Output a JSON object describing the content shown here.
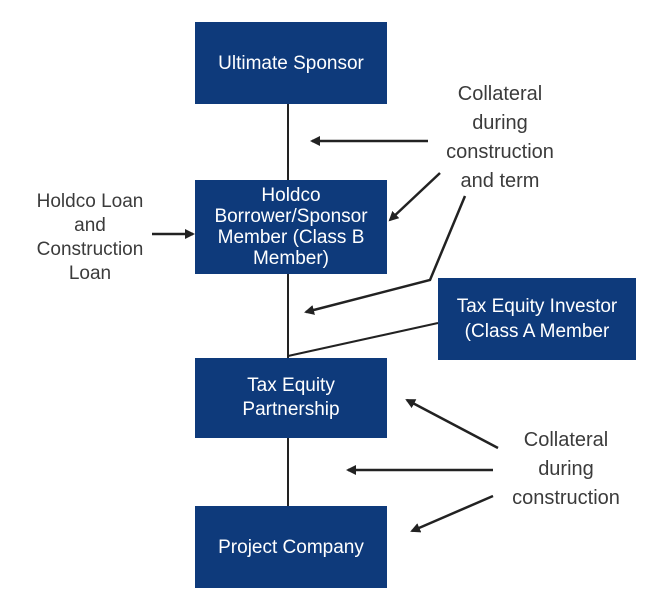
{
  "colors": {
    "box_fill": "#0e3a7b",
    "box_text": "#ffffff",
    "line": "#222222",
    "annotation_text": "#3b3b3b"
  },
  "entities": {
    "ultimate_sponsor": "Ultimate Sponsor",
    "holdco_borrower": "Holdco Borrower/Sponsor Member (Class B Member)",
    "tax_equity_investor": "Tax Equity Investor (Class A Member",
    "tax_equity_partnership": "Tax Equity Partnership",
    "project_company": "Project Company"
  },
  "annotations": {
    "collateral_construction_and_term": "Collateral\nduring\nconstruction\nand term",
    "holdco_loans": "Holdco Loan\nand\nConstruction\nLoan",
    "collateral_construction": "Collateral\nduring\nconstruction"
  }
}
